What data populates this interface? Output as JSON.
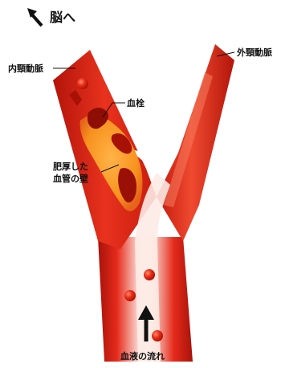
{
  "labels": {
    "to_brain": "脳へ",
    "internal_carotid": "内頸動脈",
    "external_carotid": "外頸動脈",
    "thrombus": "血栓",
    "thickened_wall": [
      "肥厚した",
      "血管の壁"
    ],
    "blood_flow": "血液の流れ"
  },
  "colors": {
    "vessel_dark": "#b8140a",
    "vessel_mid": "#e0281a",
    "lumen_light": "#fbe9e4",
    "plaque_orange": "#f7921e",
    "plaque_dark": "#a01006",
    "blood_cell": "#e82a14",
    "leader": "#111111"
  },
  "icons": [
    "arrow-up-left-icon",
    "arrow-up-icon"
  ]
}
